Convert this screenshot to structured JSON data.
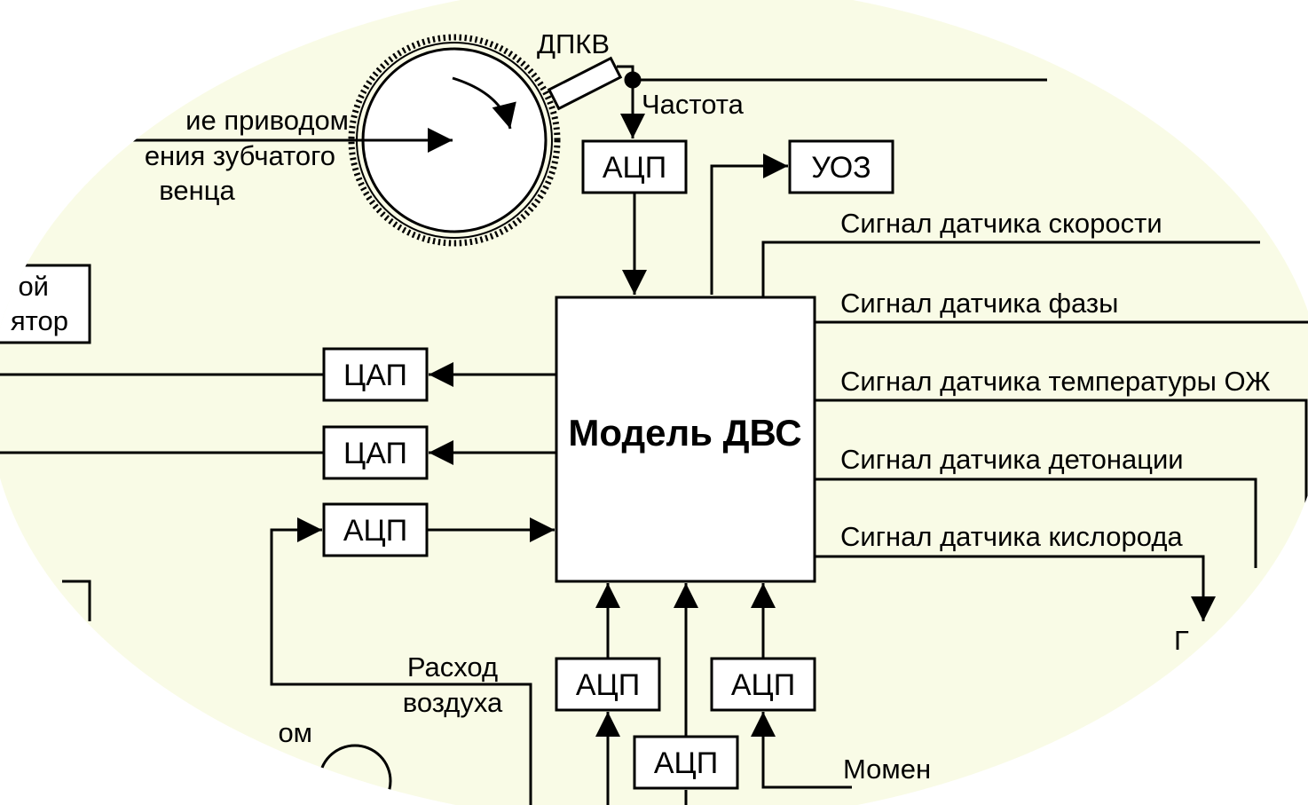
{
  "colors": {
    "background_oval": "#f9fbe6",
    "line": "#000000",
    "block_fill": "#ffffff"
  },
  "sensor": {
    "label": "ДПКВ",
    "output_label": "Частота",
    "drive_label_line1": "ие приводом",
    "drive_label_line2": "ения зубчатого",
    "drive_label_line3": "венца"
  },
  "blocks": {
    "adc_top": "АЦП",
    "uoz": "УОЗ",
    "main_model": "Модель ДВС",
    "dac_1": "ЦАП",
    "dac_2": "ЦАП",
    "adc_left": "АЦП",
    "adc_bottom_left": "АЦП",
    "adc_bottom_right": "АЦП",
    "adc_bottom_center": "АЦП",
    "partial_left_line1": "ой",
    "partial_left_line2": "ятор"
  },
  "signals": {
    "speed": "Сигнал датчика скорости",
    "phase": "Сигнал датчика фазы",
    "coolant_temp": "Сигнал датчика температуры ОЖ",
    "knock": "Сигнал датчика детонации",
    "oxygen": "Сигнал датчика кислорода",
    "air_flow_line1": "Расход",
    "air_flow_line2": "воздуха",
    "partial_bottom_left": "ом",
    "partial_bottom_right": "Момен",
    "partial_right": "Г"
  }
}
